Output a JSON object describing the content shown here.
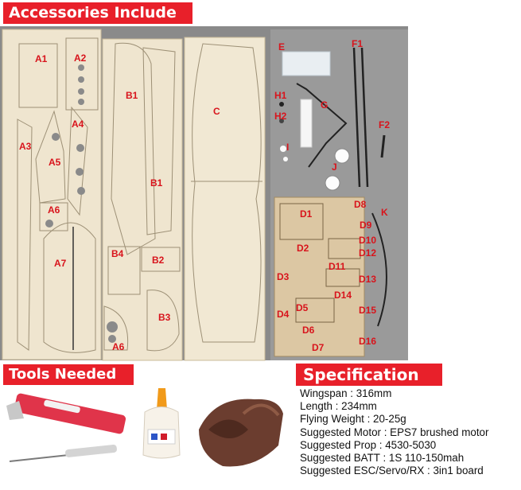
{
  "headers": {
    "accessories": "Accessories Include",
    "tools": "Tools Needed",
    "specification": "Specification"
  },
  "part_labels": {
    "A1": "A1",
    "A2": "A2",
    "A3": "A3",
    "A4": "A4",
    "A5": "A5",
    "A6": "A6",
    "A7": "A7",
    "A6b": "A6",
    "B1": "B1",
    "B1b": "B1",
    "B2": "B2",
    "B3": "B3",
    "B4": "B4",
    "C": "C",
    "E": "E",
    "F1": "F1",
    "F2": "F2",
    "G": "G",
    "H1": "H1",
    "H2": "H2",
    "I": "I",
    "J": "J",
    "K": "K",
    "D1": "D1",
    "D2": "D2",
    "D3": "D3",
    "D4": "D4",
    "D5": "D5",
    "D6": "D6",
    "D7": "D7",
    "D8": "D8",
    "D9": "D9",
    "D10": "D10",
    "D11": "D11",
    "D12": "D12",
    "D13": "D13",
    "D14": "D14",
    "D15": "D15",
    "D16": "D16"
  },
  "specs": [
    "Wingspan : 316mm",
    "Length : 234mm",
    "Flying Weight : 20-25g",
    "Suggested Motor : EPS7 brushed motor",
    "Suggested Prop : 4530-5030",
    "Suggested BATT : 1S 110-150mah",
    "Suggested ESC/Servo/RX : 3in1 board"
  ],
  "tools": [
    "hobby-knife",
    "glue-bottle",
    "sandpaper",
    "screwdriver"
  ],
  "colors": {
    "banner": "#e8202a",
    "label": "#d8141c",
    "balsa": "#efe5cf",
    "photo_bg": "#8a8a8a"
  }
}
